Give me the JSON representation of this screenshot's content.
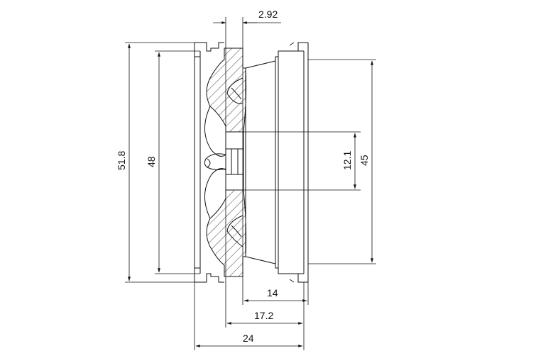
{
  "dimensions": {
    "top_2_92": "2.92",
    "outer_51_8": "51.8",
    "inner_48": "48",
    "hub_12_1": "12.1",
    "bore_45": "45",
    "w_14": "14",
    "w_17_2": "17.2",
    "w_24": "24"
  }
}
